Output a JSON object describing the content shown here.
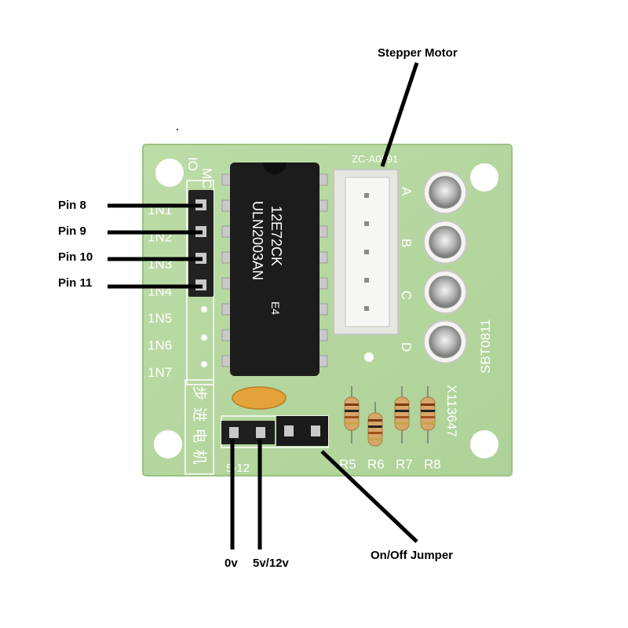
{
  "callouts": {
    "stepper_motor": "Stepper Motor",
    "pin8": "Pin 8",
    "pin9": "Pin 9",
    "pin10": "Pin 10",
    "pin11": "Pin 11",
    "zero_v": "0v",
    "supply_v": "5v/12v",
    "jumper": "On/Off Jumper"
  },
  "board": {
    "connector_code": "ZC-A0591",
    "mcu_label": "MCU",
    "io_label": "IO",
    "inputs": [
      "1N1",
      "1N2",
      "1N3",
      "1N4",
      "1N5",
      "1N6",
      "1N7"
    ],
    "led_labels": [
      "A",
      "B",
      "C",
      "D"
    ],
    "chip_line1": "ULN2003AN",
    "chip_line2": "12E72CK",
    "chip_line3": "E4",
    "board_code": "SBT0811",
    "side_code": "X113647",
    "resistors": [
      "R5",
      "R6",
      "R7",
      "R8"
    ],
    "chinese_label": [
      "步",
      "进",
      "电",
      "机"
    ],
    "power_label": "5-12"
  },
  "colors": {
    "pcb": "#b7d9a1",
    "pcb_edge": "#a2c98a",
    "silkscreen": "#ffffff",
    "chip": "#1c1c1c",
    "pin_metal": "#c9c9c9",
    "header": "#222222",
    "connector": "#f1f1ef",
    "capacitor": "#e3a23a",
    "resistor": "#d8a66a",
    "callout_line": "#000000"
  }
}
